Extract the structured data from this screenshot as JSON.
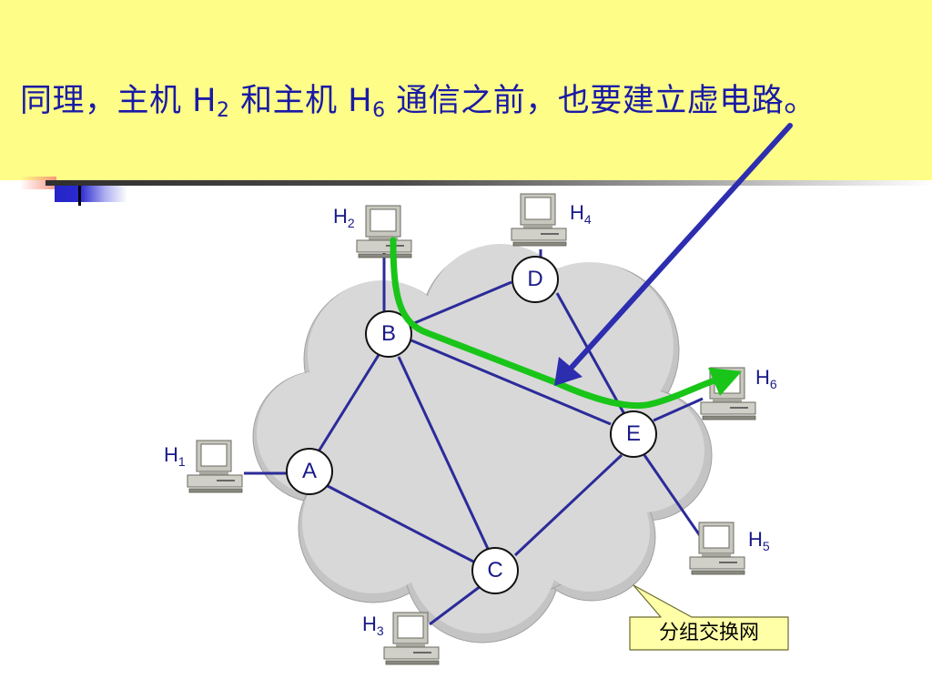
{
  "title": {
    "part1": "同理，主机",
    "h_a": "H",
    "h_a_sub": "2",
    "part2": "和主机",
    "h_b": "H",
    "h_b_sub": "6",
    "part3": "通信之前，也要建立虚电路。"
  },
  "nodes": {
    "A": "A",
    "B": "B",
    "C": "C",
    "D": "D",
    "E": "E"
  },
  "hosts": {
    "h1": {
      "main": "H",
      "sub": "1"
    },
    "h2": {
      "main": "H",
      "sub": "2"
    },
    "h3": {
      "main": "H",
      "sub": "3"
    },
    "h4": {
      "main": "H",
      "sub": "4"
    },
    "h5": {
      "main": "H",
      "sub": "5"
    },
    "h6": {
      "main": "H",
      "sub": "6"
    }
  },
  "callout": "分组交换网",
  "colors": {
    "banner": "#fdfd88",
    "title_text": "#1a1aa6",
    "link": "#2b2b9a",
    "virtual_circuit": "#19c519",
    "pointer_arrow": "#2d2db0",
    "cloud": "#d4d4d4",
    "callout_bg": "#ffffa8"
  }
}
